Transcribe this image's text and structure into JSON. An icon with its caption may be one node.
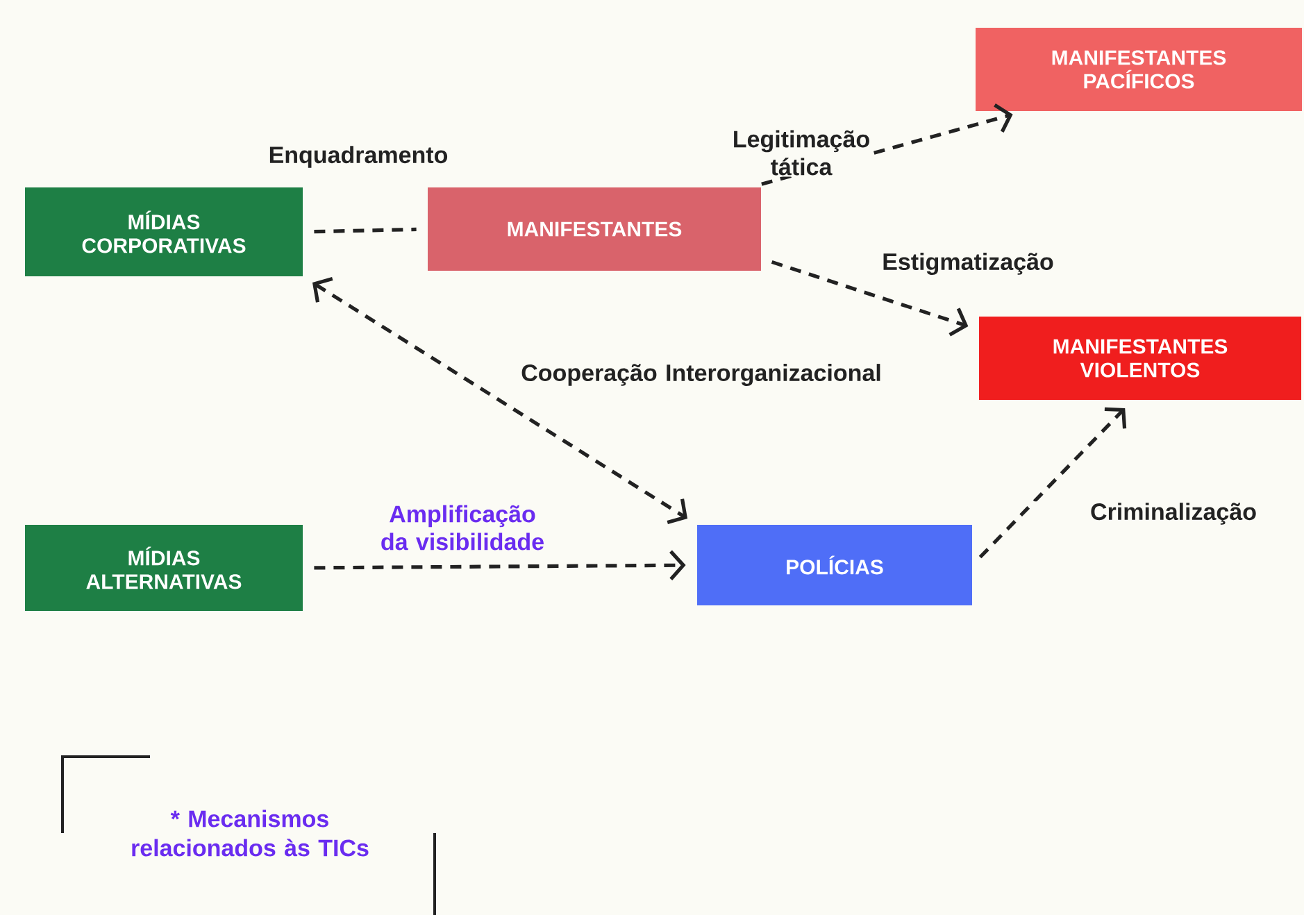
{
  "diagram": {
    "nodes": [
      {
        "text": [
          "MÍDIAS CORPORATIVAS"
        ]
      },
      {
        "text": [
          "MANIFESTANTES"
        ]
      },
      {
        "text": [
          "MANIFESTANTES PACÍFICOS"
        ]
      },
      {
        "text": [
          "MANIFESTANTES VIOLENTOS"
        ]
      },
      {
        "text": [
          "MÍDIAS ALTERNATIVAS"
        ]
      },
      {
        "text": [
          "POLÍCIAS"
        ]
      }
    ],
    "edges": [
      {
        "from": 0,
        "to": 1,
        "arrow": "none",
        "label": "Enquadramento",
        "style": "dashed"
      },
      {
        "from": 1,
        "to": 2,
        "arrow": "to",
        "label": "Legitimação tática",
        "style": "dashed"
      },
      {
        "from": 1,
        "to": 3,
        "arrow": "to",
        "label": "Estigmatização",
        "style": "dashed"
      },
      {
        "from": 0,
        "to": 5,
        "arrow": "both",
        "label": "Cooperação Interorganizacional",
        "style": "dashed"
      },
      {
        "from": 4,
        "to": 5,
        "arrow": "to",
        "label": "Amplificação da visibilidade",
        "style": "dashed"
      },
      {
        "from": 5,
        "to": 3,
        "arrow": "to",
        "label": "Criminalização",
        "style": "dashed"
      }
    ],
    "labels": [
      "* Mecanismos relacionados às TICs"
    ]
  }
}
